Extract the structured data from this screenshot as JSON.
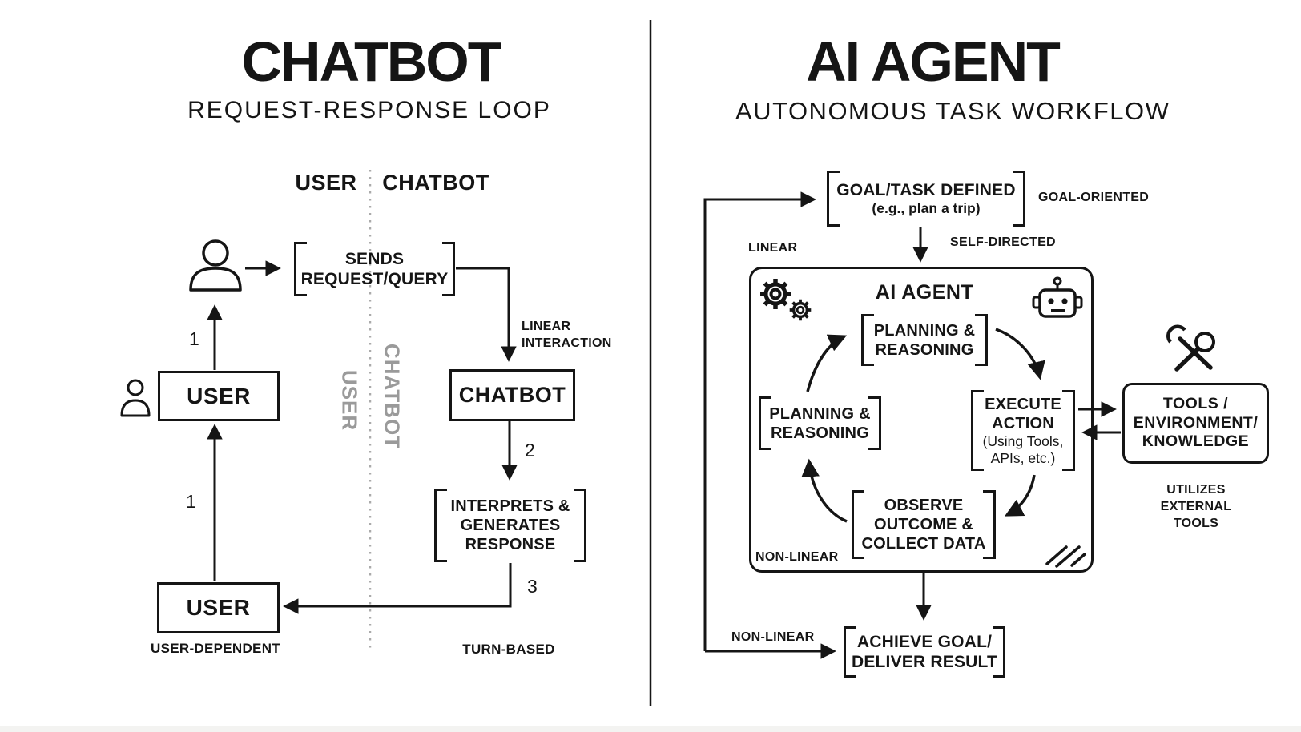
{
  "left": {
    "title": "CHATBOT",
    "subtitle": "REQUEST-RESPONSE LOOP",
    "col_user": "USER",
    "col_chatbot": "CHATBOT",
    "watermark_user": "USER",
    "watermark_chatbot": "CHATBOT",
    "sends": [
      "SENDS",
      "REQUEST/QUERY"
    ],
    "linear_interaction": [
      "LINEAR",
      "INTERACTION"
    ],
    "chatbot_box": "CHATBOT",
    "user_box_top": "USER",
    "user_box_bottom": "USER",
    "interprets": [
      "INTERPRETS &",
      "GENERATES",
      "RESPONSE"
    ],
    "step1a": "1",
    "step1b": "1",
    "step2": "2",
    "step3": "3",
    "user_dependent": "USER-DEPENDENT",
    "turn_based": "TURN-BASED"
  },
  "right": {
    "title": "AI AGENT",
    "subtitle": "AUTONOMOUS TASK WORKFLOW",
    "goal": [
      "GOAL/TASK DEFINED",
      "(e.g., plan a trip)"
    ],
    "goal_oriented": "GOAL-ORIENTED",
    "linear": "LINEAR",
    "self_directed": "SELF-DIRECTED",
    "agent_box_title": "AI AGENT",
    "planning_top": [
      "PLANNING &",
      "REASONING"
    ],
    "planning_left": [
      "PLANNING &",
      "REASONING"
    ],
    "execute": [
      "EXECUTE",
      "ACTION",
      "(Using Tools,",
      "APIs, etc.)"
    ],
    "observe": [
      "OBSERVE",
      "OUTCOME &",
      "COLLECT DATA"
    ],
    "non_linear_inside": "NON-LINEAR",
    "non_linear_outside": "NON-LINEAR",
    "tools_box": [
      "TOOLS /",
      "ENVIRONMENT/",
      "KNOWLEDGE"
    ],
    "utilizes": [
      "UTILIZES",
      "EXTERNAL",
      "TOOLS"
    ],
    "achieve": [
      "ACHIEVE GOAL/",
      "DELIVER RESULT"
    ]
  },
  "colors": {
    "ink": "#151515",
    "watermark_gray": "#9a9a9a",
    "dotted_divider": "#aaaaaa"
  }
}
